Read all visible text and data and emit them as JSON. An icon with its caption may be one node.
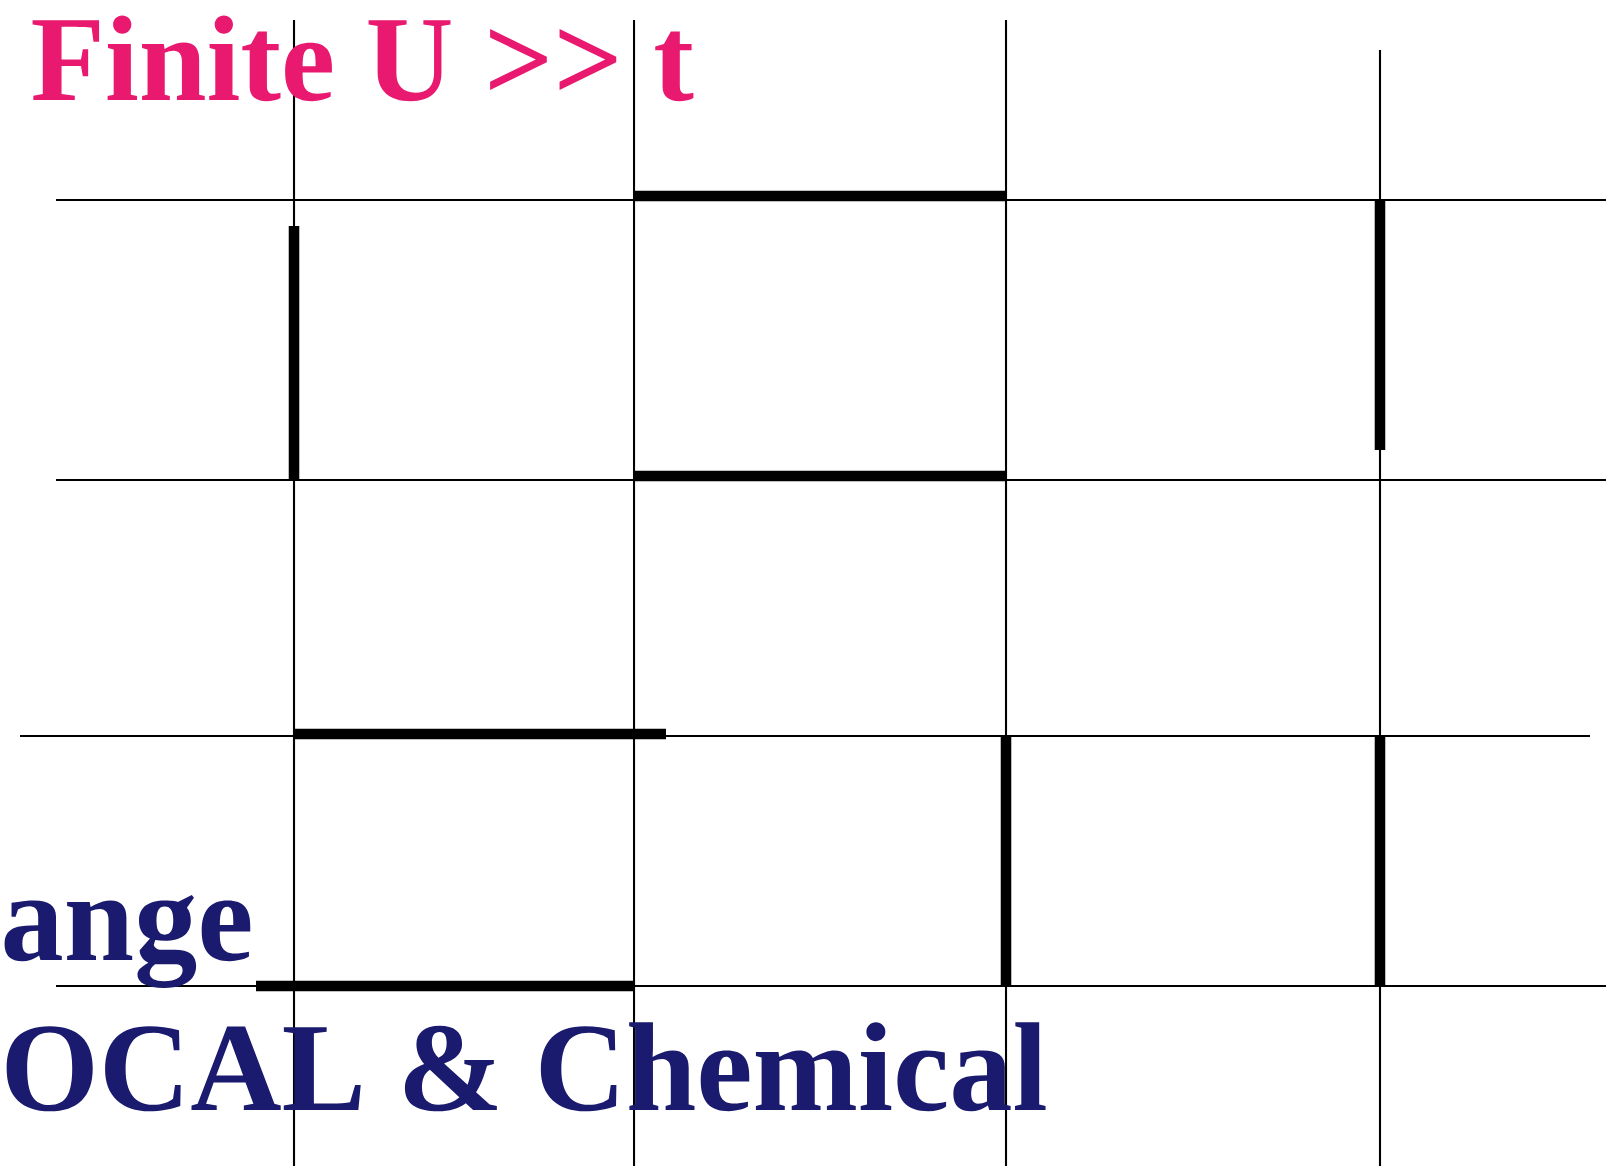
{
  "diagram": {
    "title": "Finite U >> t",
    "labels": [
      "ange",
      "OCAL & Chemical"
    ]
  }
}
